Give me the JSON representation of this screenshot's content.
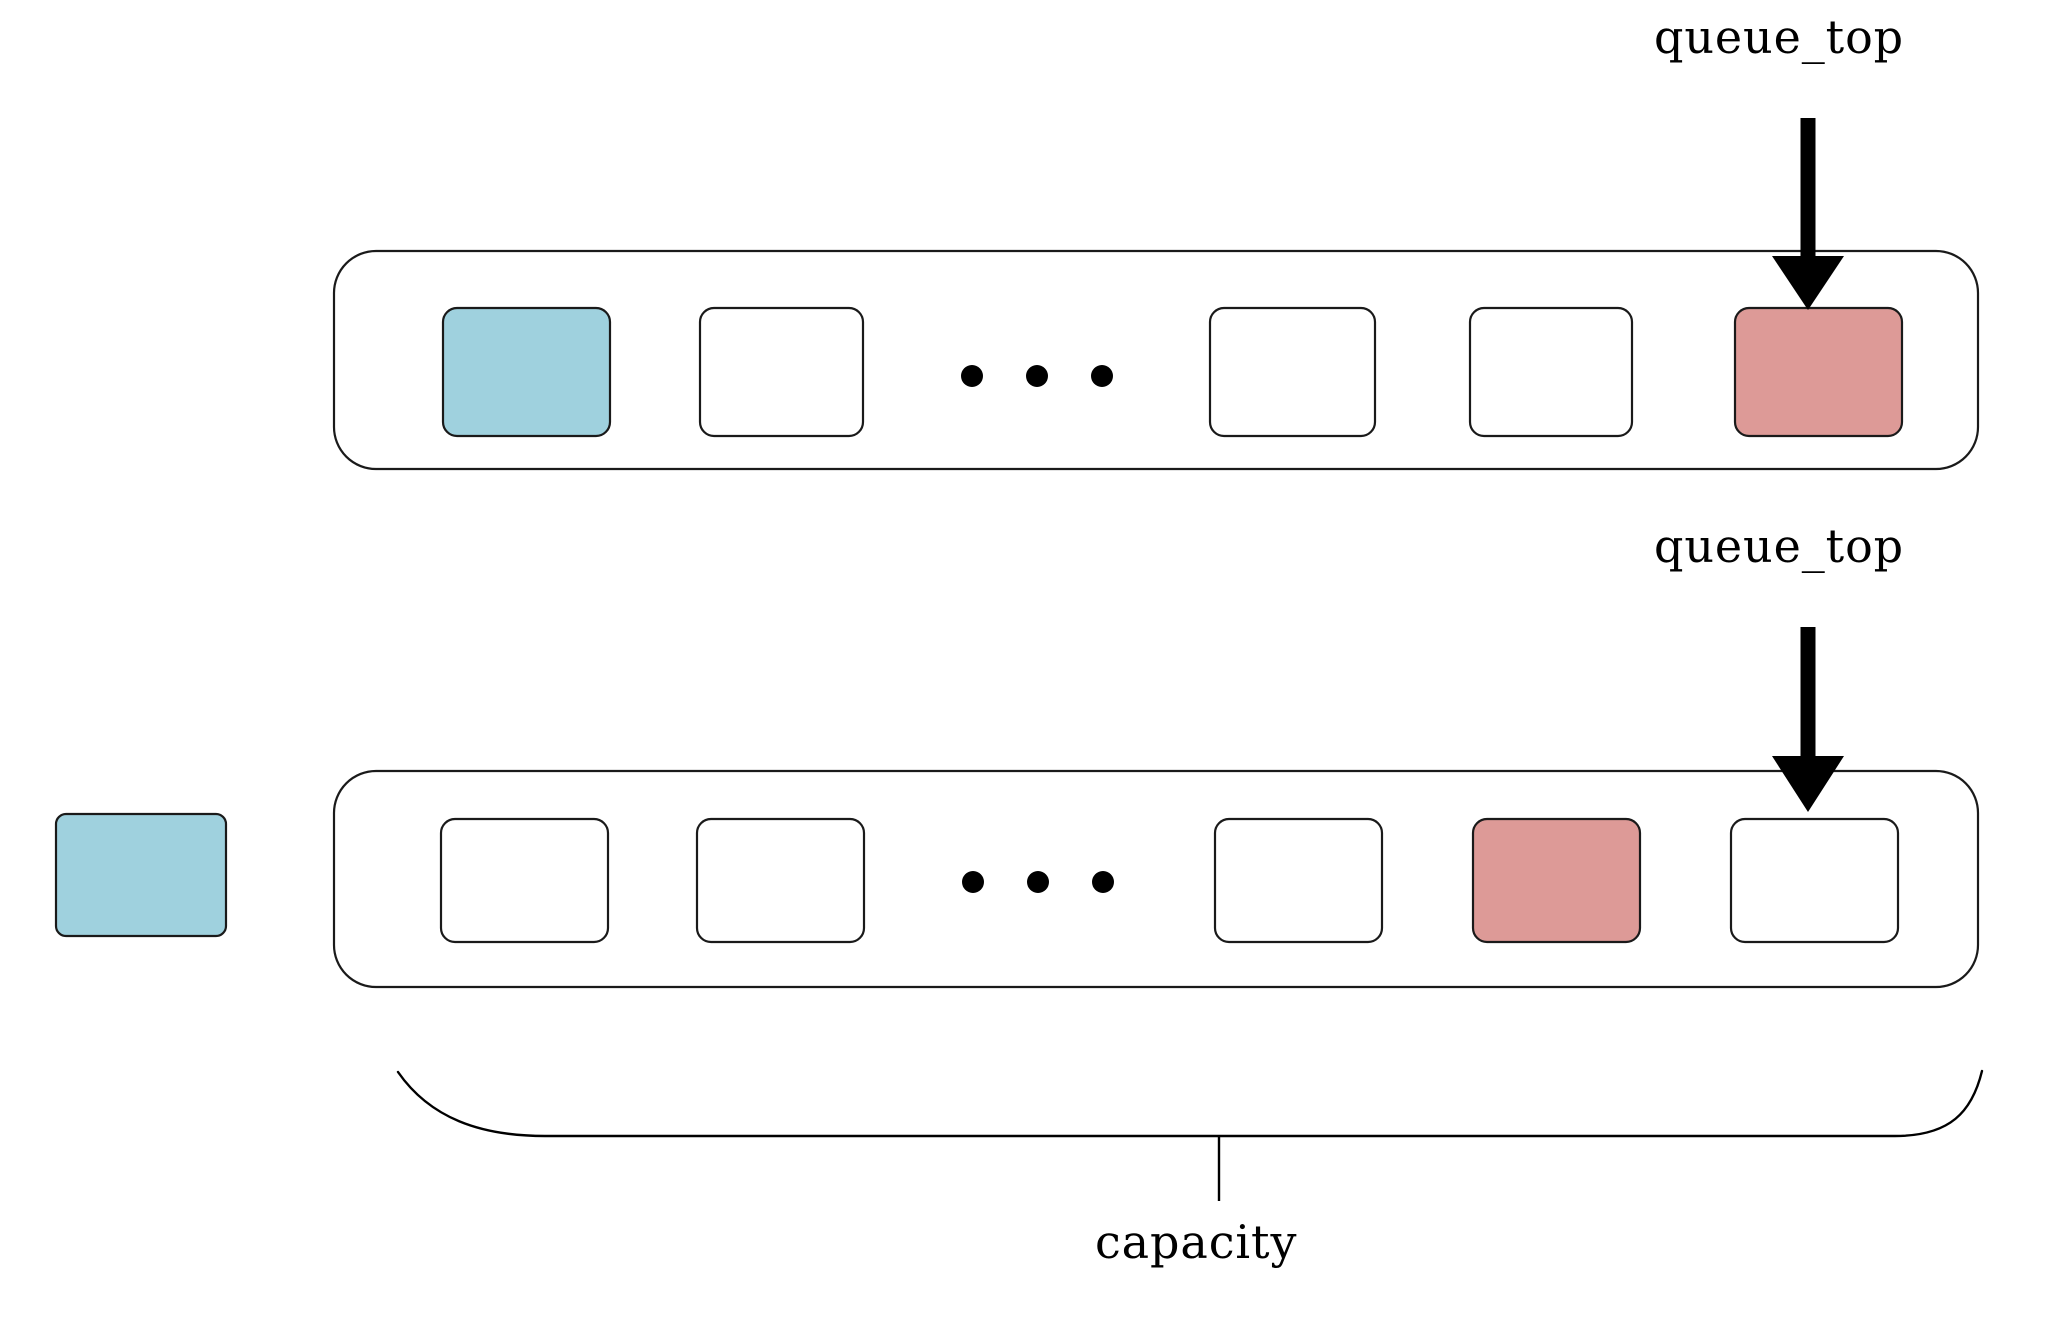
{
  "diagram": {
    "title": "Ring buffer queue capacity diagram",
    "background_color": "#ffffff",
    "stroke_color": "#1a1a1a",
    "blue_color": "#9fd1de",
    "red_color": "#dd9a97"
  },
  "labels": {
    "queue_top_top": "queue_top",
    "queue_top_bottom": "queue_top",
    "capacity": "capacity"
  },
  "rows": [
    {
      "name": "queue-row-top",
      "cells": [
        {
          "kind": "slot",
          "fill": "blue",
          "label": ""
        },
        {
          "kind": "slot",
          "fill": "white",
          "label": ""
        },
        {
          "kind": "ellipsis",
          "fill": "none",
          "label": "• • •"
        },
        {
          "kind": "slot",
          "fill": "white",
          "label": ""
        },
        {
          "kind": "slot",
          "fill": "white",
          "label": ""
        },
        {
          "kind": "slot",
          "fill": "red",
          "label": ""
        }
      ],
      "pointer_target_index": 5
    },
    {
      "name": "queue-row-bottom",
      "cells": [
        {
          "kind": "slot",
          "fill": "white",
          "label": ""
        },
        {
          "kind": "slot",
          "fill": "white",
          "label": ""
        },
        {
          "kind": "ellipsis",
          "fill": "none",
          "label": "• • •"
        },
        {
          "kind": "slot",
          "fill": "white",
          "label": ""
        },
        {
          "kind": "slot",
          "fill": "red",
          "label": ""
        },
        {
          "kind": "slot",
          "fill": "white",
          "label": ""
        }
      ],
      "pointer_target_index": 5
    }
  ],
  "detached_element": {
    "name": "detached-blue-slot",
    "fill": "blue",
    "label": ""
  },
  "brace": {
    "name": "capacity-brace",
    "spans": "queue-row-bottom"
  }
}
